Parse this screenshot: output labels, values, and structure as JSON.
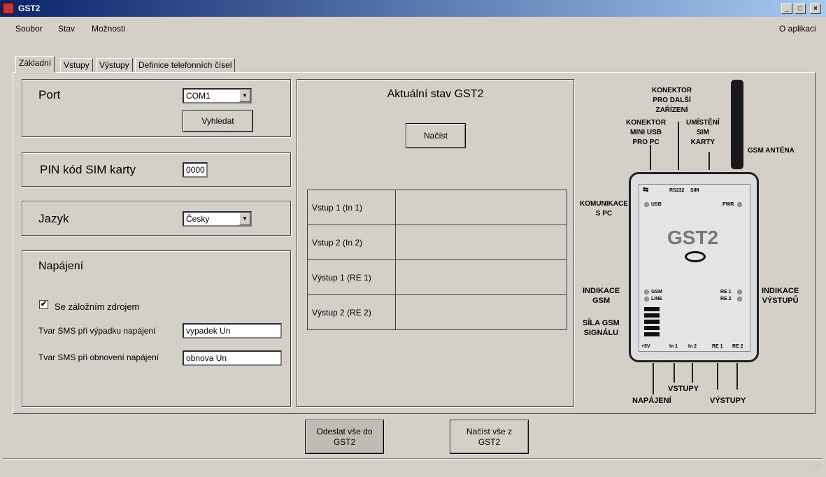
{
  "window": {
    "title": "GST2",
    "min": "_",
    "max": "□",
    "close": "×"
  },
  "menu": {
    "soubor": "Soubor",
    "stav": "Stav",
    "moznosti": "Možnosti",
    "about": "O aplikaci"
  },
  "tabs": [
    "Základní",
    "Vstupy",
    "Výstupy",
    "Definice telefonních čísel"
  ],
  "port": {
    "label": "Port",
    "value": "COM1",
    "search_btn": "Vyhledat"
  },
  "pin": {
    "label": "PIN kód SIM karty",
    "value": "0000"
  },
  "lang": {
    "label": "Jazyk",
    "value": "Česky"
  },
  "power": {
    "title": "Napájení",
    "backup_label": "Se záložním zdrojem",
    "backup_checked": true,
    "sms_fail_label": "Tvar SMS při výpadku napájení",
    "sms_fail_value": "vypadek Un",
    "sms_restore_label": "Tvar SMS při obnovení napájení",
    "sms_restore_value": "obnova Un"
  },
  "status": {
    "title": "Aktuální stav GST2",
    "load_btn": "Načíst",
    "rows": [
      {
        "label": "Vstup 1 (In 1)",
        "value": ""
      },
      {
        "label": "Vstup 2 (In 2)",
        "value": ""
      },
      {
        "label": "Výstup 1 (RE 1)",
        "value": ""
      },
      {
        "label": "Výstup 2 (RE 2)",
        "value": ""
      }
    ]
  },
  "diagram": {
    "connector_other": "KONEKTOR\nPRO DALŠÍ\nZAŘÍZENÍ",
    "connector_usb": "KONEKTOR\nMINI USB\nPRO PC",
    "sim_place": "UMÍSTĚNÍ\nSIM\nKARTY",
    "antenna": "GSM ANTÉNA",
    "comm_pc": "KOMUNIKACE\nS PC",
    "ind_gsm": "INDIKACE\nGSM",
    "signal": "SÍLA GSM\nSIGNÁLU",
    "ind_out": "INDIKACE\nVÝSTUPŮ",
    "power": "NAPÁJENÍ",
    "inputs": "VSTUPY",
    "outputs": "VÝSTUPY",
    "device": "GST2",
    "usb": "USB",
    "pwr": "PWR",
    "rs232": "RS232",
    "sim": "SIM",
    "gsm": "GSM",
    "line": "LINE",
    "re1": "RE 1",
    "re2": "RE 2",
    "p5v": "+5V",
    "in1": "In 1",
    "in2": "In 2",
    "bre1": "RE 1",
    "bre2": "RE 2"
  },
  "bottom": {
    "send_btn": "Odeslat vše do\nGST2",
    "load_all_btn": "Načíst vše z\nGST2"
  }
}
